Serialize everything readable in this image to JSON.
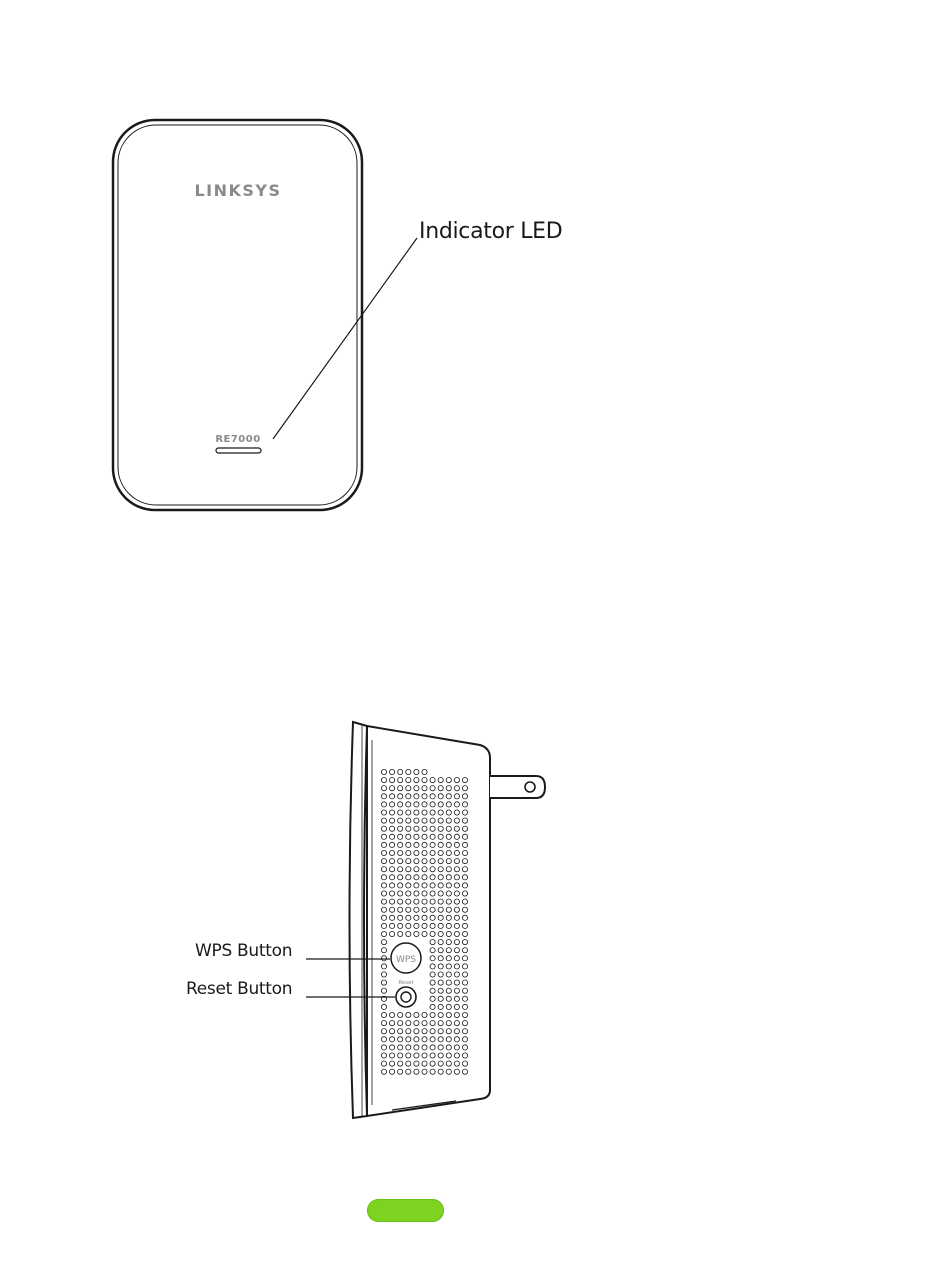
{
  "front_view": {
    "brand_logo": "LINKSYS",
    "model_number": "RE7000",
    "callout_led": "Indicator LED"
  },
  "side_view": {
    "wps_button_text": "WPS",
    "reset_button_text": "Reset",
    "callout_wps": "WPS Button",
    "callout_reset": "Reset Button"
  },
  "colors": {
    "outline": "#1a1a1a",
    "logo_gray": "#8a8a8a",
    "page_pill": "#7ed321"
  }
}
